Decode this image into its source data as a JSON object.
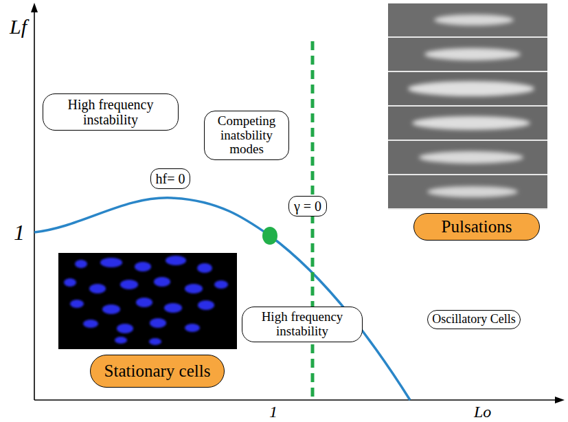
{
  "diagram": {
    "nodes": [
      {
        "text": [
          "High frequency instability"
        ]
      },
      {
        "text": [
          "Competing inatsbility modes"
        ]
      },
      {
        "text": [
          "hf= 0"
        ]
      },
      {
        "text": [
          "γ = 0"
        ]
      },
      {
        "text": [
          "Pulsations"
        ]
      },
      {
        "text": [
          "High frequency instability"
        ]
      },
      {
        "text": [
          "Oscillatory Cells"
        ]
      },
      {
        "text": [
          "Stationary cells"
        ]
      }
    ],
    "labels": [
      "Lf",
      "1",
      "1",
      "Lo"
    ]
  }
}
